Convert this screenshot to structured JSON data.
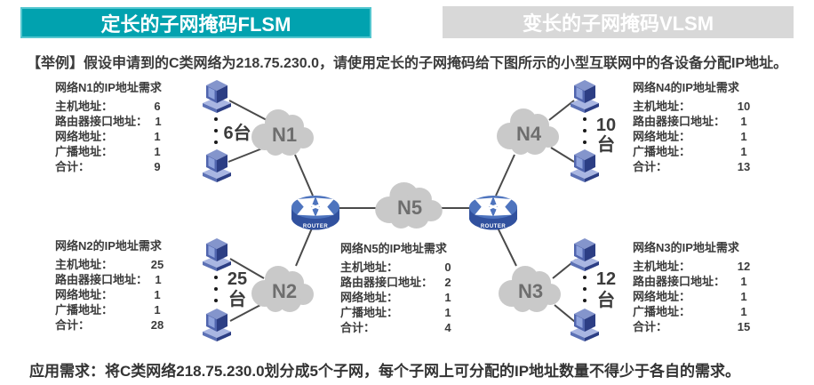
{
  "tabs": {
    "flsm": "定长的子网掩码FLSM",
    "vlsm": "变长的子网掩码VLSM"
  },
  "example_text": "【举例】假设申请到的C类网络为218.75.230.0，请使用定长的子网掩码给下图所示的小型互联网中的各设备分配IP地址。",
  "requirement_text": "应用需求：将C类网络218.75.230.0划分成5个子网，每个子网上可分配的IP地址数量不得少于各自的需求。",
  "colors": {
    "accent_teal": "#01A2AF",
    "inactive_tab_gray": "#D8D8D8",
    "cloud_gray": "#C9C9C9",
    "router_blue": "#4E74BE",
    "text_dark": "#3B3B3B"
  },
  "blocks": {
    "n1": {
      "title": "网络N1的IP地址需求",
      "rows": [
        {
          "label": "主机地址：",
          "value": "6"
        },
        {
          "label": "路由器接口地址：",
          "value": "1"
        },
        {
          "label": "网络地址：",
          "value": "1"
        },
        {
          "label": "广播地址：",
          "value": "1"
        },
        {
          "label": "合计：",
          "value": "9"
        }
      ]
    },
    "n2": {
      "title": "网络N2的IP地址需求",
      "rows": [
        {
          "label": "主机地址：",
          "value": "25"
        },
        {
          "label": "路由器接口地址：",
          "value": "1"
        },
        {
          "label": "网络地址：",
          "value": "1"
        },
        {
          "label": "广播地址：",
          "value": "1"
        },
        {
          "label": "合计：",
          "value": "28"
        }
      ]
    },
    "n5": {
      "title": "网络N5的IP地址需求",
      "rows": [
        {
          "label": "主机地址：",
          "value": "0"
        },
        {
          "label": "路由器接口地址：",
          "value": "2"
        },
        {
          "label": "网络地址：",
          "value": "1"
        },
        {
          "label": "广播地址：",
          "value": "1"
        },
        {
          "label": "合计：",
          "value": "4"
        }
      ]
    },
    "n4": {
      "title": "网络N4的IP地址需求",
      "rows": [
        {
          "label": "主机地址：",
          "value": "10"
        },
        {
          "label": "路由器接口地址：",
          "value": "1"
        },
        {
          "label": "网络地址：",
          "value": "1"
        },
        {
          "label": "广播地址：",
          "value": "1"
        },
        {
          "label": "合计：",
          "value": "13"
        }
      ]
    },
    "n3": {
      "title": "网络N3的IP地址需求",
      "rows": [
        {
          "label": "主机地址：",
          "value": "12"
        },
        {
          "label": "路由器接口地址：",
          "value": "1"
        },
        {
          "label": "网络地址：",
          "value": "1"
        },
        {
          "label": "广播地址：",
          "value": "1"
        },
        {
          "label": "合计：",
          "value": "15"
        }
      ]
    }
  },
  "diagram": {
    "clouds": {
      "n1": "N1",
      "n2": "N2",
      "n3": "N3",
      "n4": "N4",
      "n5": "N5"
    },
    "router_label": "ROUTER",
    "hosts": {
      "n1": "6台",
      "n2_num": "25",
      "n2_unit": "台",
      "n3_num": "12",
      "n3_unit": "台",
      "n4_num": "10",
      "n4_unit": "台"
    }
  }
}
